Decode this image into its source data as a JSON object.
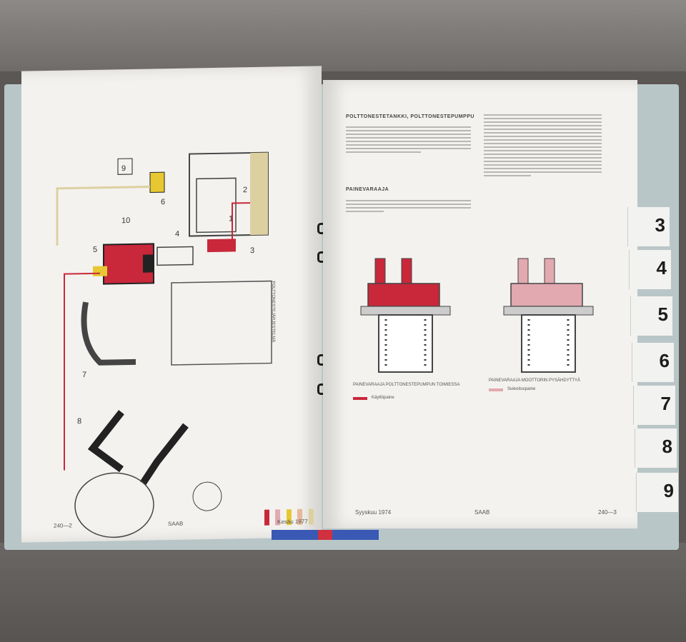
{
  "left_page": {
    "page_number": "240—2",
    "brand": "SAAB",
    "date": "Kesäu 1977",
    "diagram_numbers": [
      "1",
      "2",
      "3",
      "4",
      "5",
      "6",
      "7",
      "8",
      "9",
      "10"
    ],
    "legend_title": "POLTTONESTEJÄRJESTELMÄ"
  },
  "right_page": {
    "page_number": "240—3",
    "brand": "SAAB",
    "date": "Syyskuu 1974",
    "heading": "POLTTONESTETANKKI, POLTTONESTEPUMPPU",
    "subheading": "PAINEVARAAJA",
    "captions": [
      "PAINEVARAAJA POLTTONESTEPUMPUN TOIMIESSA",
      "PAINEVARAAJA MOOTTORIN PYSÄHDYTTYÄ"
    ],
    "legend_labels": [
      "Käyttöpaine",
      "Suleoituspaine"
    ]
  },
  "tabs": [
    "3",
    "4",
    "5",
    "6",
    "7",
    "8",
    "9"
  ],
  "colors": {
    "accent_red": "#c8283a",
    "pale_red": "#e2a9b0",
    "yellow": "#e7c832",
    "tan": "#ddd0a0"
  }
}
